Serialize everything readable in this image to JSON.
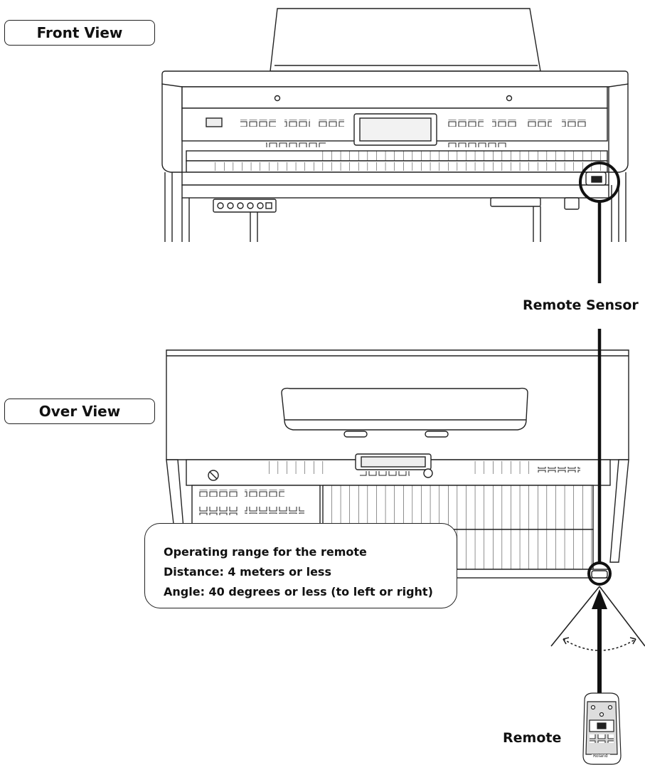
{
  "labels": {
    "front_view": "Front View",
    "over_view": "Over View",
    "remote_sensor": "Remote Sensor",
    "remote": "Remote"
  },
  "note": {
    "title": "Operating range for the remote",
    "distance": "Distance: 4 meters or less",
    "angle": "Angle: 40 degrees or less (to left or right)"
  },
  "remote_brand": "Roland"
}
